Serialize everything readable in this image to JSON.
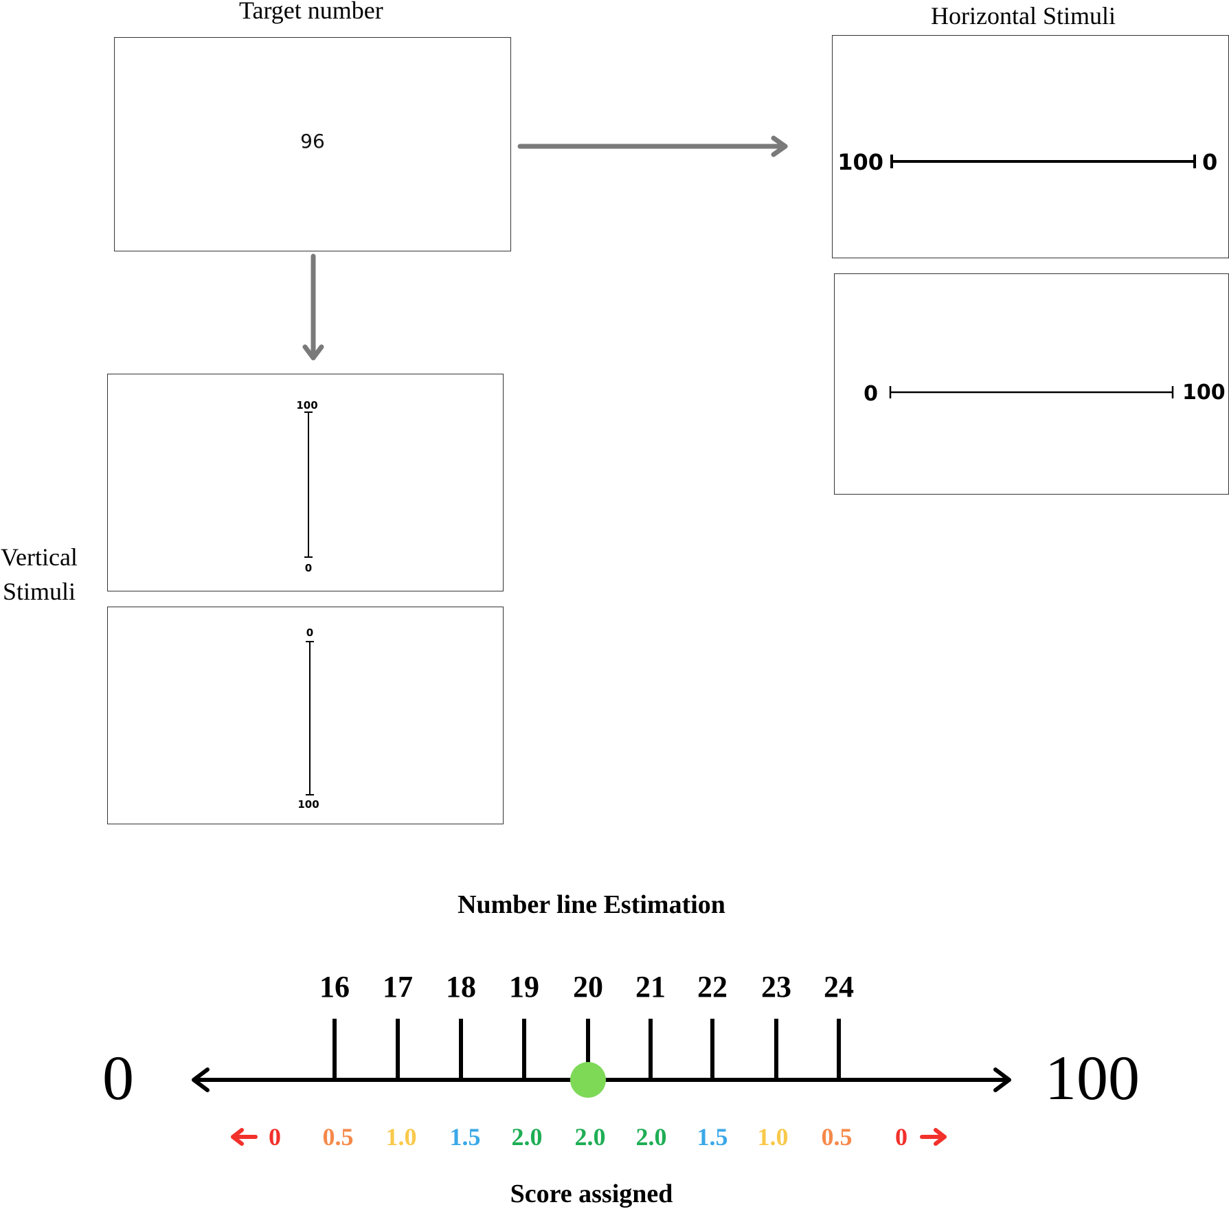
{
  "target": {
    "title": "Target number",
    "value": "96"
  },
  "horizontal": {
    "title": "Horizontal Stimuli",
    "top_left": "100",
    "top_right": "0",
    "bottom_left": "0",
    "bottom_right": "100"
  },
  "vertical": {
    "title_line1": "Vertical",
    "title_line2": "Stimuli",
    "top_top": "100",
    "top_bottom": "0",
    "bottom_top": "0",
    "bottom_bottom": "100"
  },
  "estimation": {
    "title": "Number line Estimation",
    "left_end": "0",
    "right_end": "100",
    "ticks": [
      "16",
      "17",
      "18",
      "19",
      "20",
      "21",
      "22",
      "23",
      "24"
    ],
    "scores": [
      "0",
      "0.5",
      "1.0",
      "1.5",
      "2.0",
      "2.0",
      "2.0",
      "1.5",
      "1.0",
      "0.5",
      "0"
    ],
    "score_label": "Score assigned",
    "marker_value": 20
  },
  "colors": {
    "red": "#f2312b",
    "orange": "#f5894a",
    "yellow": "#f9c94b",
    "blue": "#3aa8e8",
    "green": "#1fae55",
    "marker": "#7ed957",
    "arrow_gray": "#7a7a7a"
  }
}
